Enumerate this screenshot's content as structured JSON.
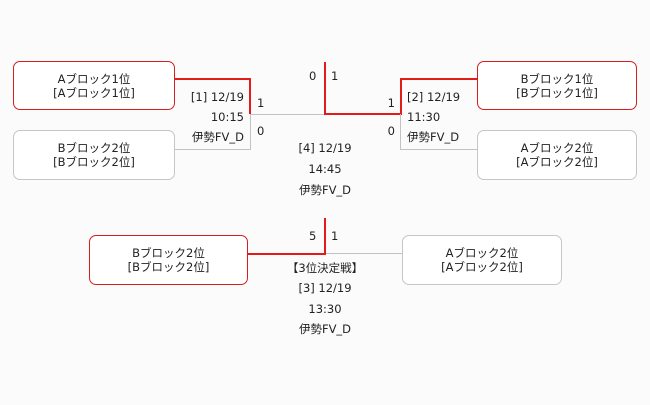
{
  "matches": {
    "m1": {
      "label": "[1] 12/19",
      "time": "10:15",
      "venue": "伊勢FV_D",
      "top": {
        "name": "Aブロック1位",
        "sub": "[Aブロック1位]",
        "score": "1"
      },
      "bottom": {
        "name": "Bブロック2位",
        "sub": "[Bブロック2位]",
        "score": "0"
      }
    },
    "m2": {
      "label": "[2] 12/19",
      "time": "11:30",
      "venue": "伊勢FV_D",
      "top": {
        "name": "Bブロック1位",
        "sub": "[Bブロック1位]",
        "score": "1"
      },
      "bottom": {
        "name": "Aブロック2位",
        "sub": "[Aブロック2位]",
        "score": "0"
      }
    },
    "final": {
      "label": "[4] 12/19",
      "time": "14:45",
      "venue": "伊勢FV_D",
      "left_score": "0",
      "right_score": "1"
    },
    "third": {
      "title": "【3位決定戦】",
      "label": "[3] 12/19",
      "time": "13:30",
      "venue": "伊勢FV_D",
      "left": {
        "name": "Bブロック2位",
        "sub": "[Bブロック2位]",
        "score": "5"
      },
      "right": {
        "name": "Aブロック2位",
        "sub": "[Aブロック2位]",
        "score": "1"
      }
    }
  },
  "colors": {
    "winner_line": "#e41b1b",
    "loser_line": "#c2c2c2",
    "winner_border": "#d81e1e",
    "box_border": "#c6c6c6"
  }
}
